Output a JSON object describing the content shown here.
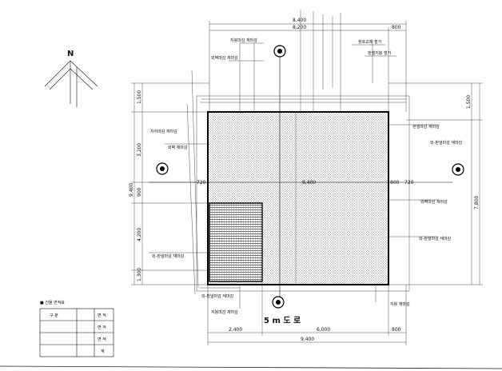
{
  "north_label": "N",
  "road_label": "5 m  도 로",
  "section_marker": "●",
  "dims_bottom": [
    "2,400",
    "6,000",
    "800"
  ],
  "dims_bottom_total": "9,400",
  "dims_top": [
    "8,400",
    "8,200",
    "800"
  ],
  "dims_left": [
    "1,500",
    "3,200",
    "900",
    "4,200",
    "1,300"
  ],
  "dims_left_total": "9,400",
  "dims_right": [
    "1,500",
    "7,800"
  ],
  "dims_mid": [
    "720",
    "8,400",
    "800",
    "720"
  ],
  "labels": [
    "지붕마감 재마감",
    "외벽마감 재마감",
    "창호교체 철거",
    "판넬지붕 철거",
    "지하마감 재마감",
    "외벽 재마감",
    "외-판넬마감 재마감",
    "외-판넬마감 재마감",
    "지붕마감 재마감",
    "판넬마감 재마감",
    "외-판넬마감 재마감",
    "외벽마감 재마감",
    "외-판넬마감 재마감",
    "지붕 재마감"
  ],
  "legend": {
    "title": "■ 건물   면적표",
    "rows": [
      [
        "구   분",
        "면   적"
      ],
      [
        "",
        "면   적"
      ],
      [
        "",
        "면  적"
      ],
      [
        "",
        "계"
      ]
    ]
  }
}
